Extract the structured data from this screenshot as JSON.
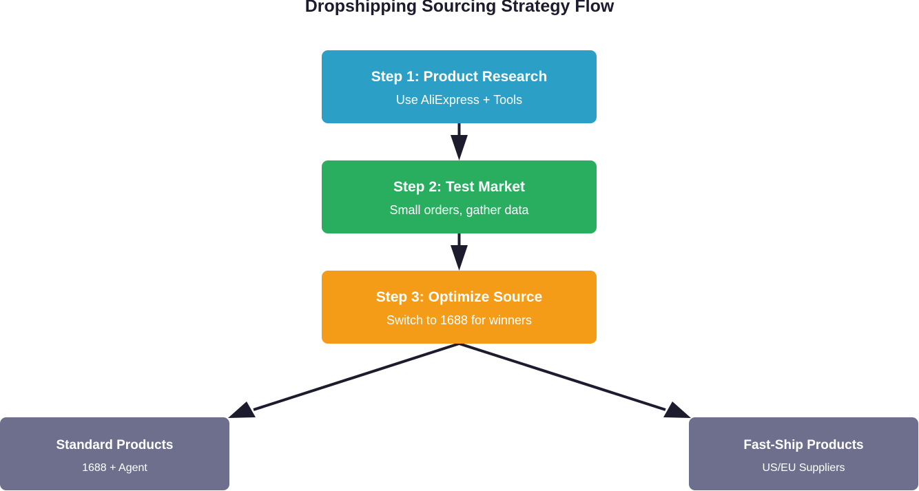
{
  "diagram": {
    "title": "Dropshipping Sourcing Strategy Flow",
    "colors": {
      "step1": "#2c9fc7",
      "step2": "#29ae5f",
      "step3": "#f49b17",
      "outcome": "#6d6f8c",
      "connector": "#1c1c2e"
    },
    "steps": [
      {
        "title": "Step 1: Product Research",
        "subtitle": "Use AliExpress + Tools"
      },
      {
        "title": "Step 2: Test Market",
        "subtitle": "Small orders, gather data"
      },
      {
        "title": "Step 3: Optimize Source",
        "subtitle": "Switch to 1688 for winners"
      }
    ],
    "outcomes": [
      {
        "title": "Standard Products",
        "subtitle": "1688 + Agent"
      },
      {
        "title": "Fast-Ship Products",
        "subtitle": "US/EU Suppliers"
      }
    ]
  }
}
